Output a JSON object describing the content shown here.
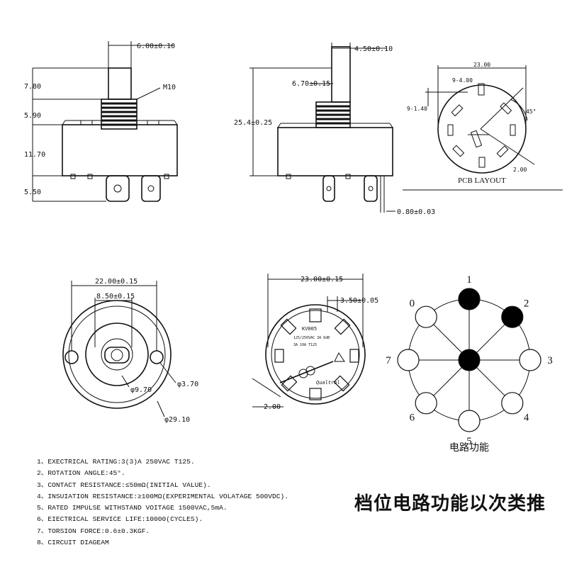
{
  "side_view_a": {
    "dims": [
      "6.00±0.10",
      "7.80",
      "5.90",
      "11.70",
      "5.50",
      "M10"
    ]
  },
  "side_view_b": {
    "dims": [
      "4.50±0.10",
      "6.70±0.15",
      "25.4±0.25",
      "0.80±0.03"
    ]
  },
  "pcb_layout": {
    "title": "PCB LAYOUT",
    "dims": [
      "23.00",
      "9-4.00",
      "9-1.40",
      "45°",
      "2.00"
    ]
  },
  "front_view": {
    "dims": [
      "22.00±0.15",
      "8.50±0.15",
      "φ9.70",
      "φ3.70",
      "φ29.10"
    ]
  },
  "back_view": {
    "dims": [
      "23.00±0.15",
      "3.50±0.05",
      "2.00"
    ],
    "marking": [
      "KV005",
      "125/250VAC 3A 6dB",
      "3A 10A T125 "
    ],
    "brand": "Qualtrol"
  },
  "circuit": {
    "positions": [
      "0",
      "1",
      "2",
      "3",
      "4",
      "5",
      "6",
      "7"
    ],
    "caption": "电路功能"
  },
  "specs": [
    "1、EXECTRICAL RATING:3(3)A 250VAC T125.",
    "2、ROTATION ANGLE:45°.",
    "3、CONTACT RESISTANCE:≤50mΩ(INITIAL VALUE).",
    "4、INSUIATION RESISTANCE:≥100MΩ(EXPERIMENTAL VOLATAGE 500VDC).",
    "5、RATED IMPULSE WITHSTAND VOITAGE 1500VAC,5mA.",
    "6、EIECTRICAL SERVICE LIFE:10000(CYCLES).",
    "7、TORSION FORCE:0.6±0.3KGF.",
    "8、CIRCUIT DIAGEAM"
  ],
  "note": "档位电路功能以次类推"
}
